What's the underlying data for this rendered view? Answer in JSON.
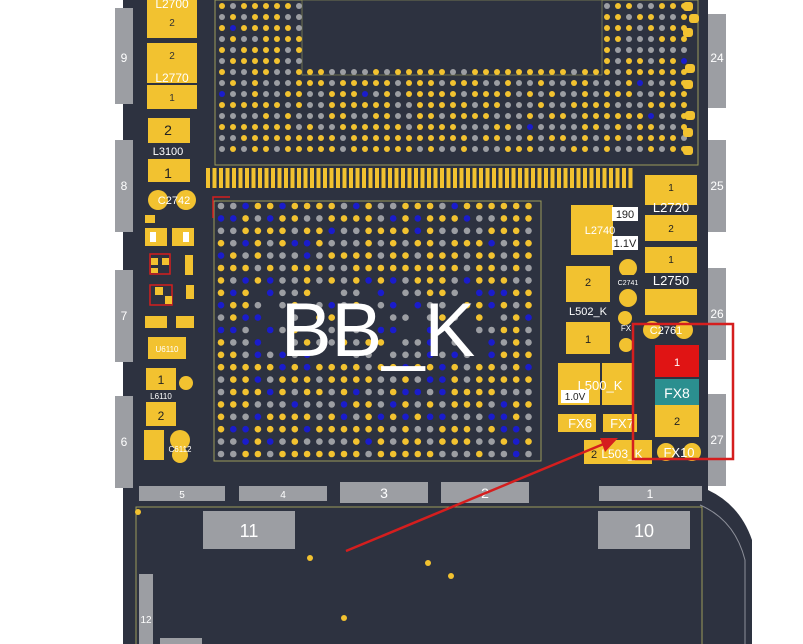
{
  "colors": {
    "board": "#2d3240",
    "pad_yellow": "#f2c230",
    "pad_gray": "#9c9ea3",
    "pad_blue": "#1a1ccc",
    "highlight_red": "#d51e1e",
    "teal": "#2b8f8f"
  },
  "chip": {
    "label": "BB_K"
  },
  "components": {
    "l2700": "L2700",
    "l2770": "L2770",
    "l3100": "L3100",
    "c2742": "C2742",
    "u6110": "U6110",
    "l6110": "L6110",
    "c6112": "C6112",
    "l2740": "L2740",
    "v190": "190",
    "v1_1v": "1.1V",
    "c2741": "C2741",
    "l502_k": "L502_K",
    "fx_small": "FX",
    "l2720": "L2720",
    "l2750": "L2750",
    "c2761": "C2761",
    "l500_k": "L500_K",
    "v1_0v": "1.0V",
    "fx6": "FX6",
    "fx7": "FX7",
    "fx8": "FX8",
    "fx10": "FX10",
    "l503": "L503_K",
    "pin1": "1",
    "pin2": "2"
  },
  "side_labels": {
    "left": [
      "9",
      "8",
      "7",
      "6"
    ],
    "right": [
      "24",
      "25",
      "26",
      "27"
    ]
  },
  "bottom_labels": [
    "5",
    "4",
    "3",
    "2",
    "1"
  ],
  "lower_labels": {
    "block11": "11",
    "block10": "10",
    "block12": "12"
  }
}
